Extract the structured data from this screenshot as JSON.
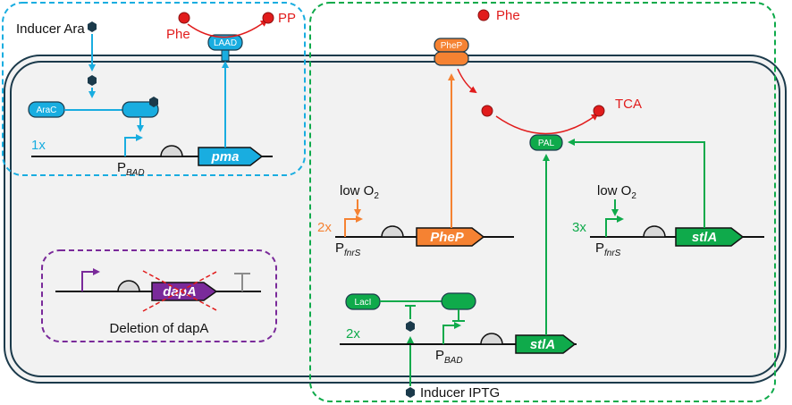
{
  "colors": {
    "blue": "#19ade0",
    "green": "#0faa4b",
    "orange": "#f58232",
    "red": "#e11c1c",
    "purple": "#7a2a9a",
    "dark": "#1b3a4b"
  },
  "labels": {
    "inducer_ara": "Inducer Ara",
    "phe_left": "Phe",
    "pp": "PP",
    "laad": "LAAD",
    "arac": "AraC",
    "copies_1x": "1x",
    "pbad_P": "P",
    "pbad_sub": "BAD",
    "pma": "pma",
    "deletion": "Deletion of dapA",
    "dapa": "dapA",
    "phe_right": "Phe",
    "phep_transporter": "PheP",
    "tca": "TCA",
    "pal": "PAL",
    "low_o2": "low O",
    "o2_sub": "2",
    "copies_2x_phep": "2x",
    "pfnrs_P": "P",
    "pfnrs_sub": "fnrS",
    "phep_gene": "PheP",
    "copies_3x": "3x",
    "stla": "stlA",
    "laci": "LacI",
    "copies_2x_stla": "2x",
    "inducer_iptg": "Inducer IPTG"
  }
}
